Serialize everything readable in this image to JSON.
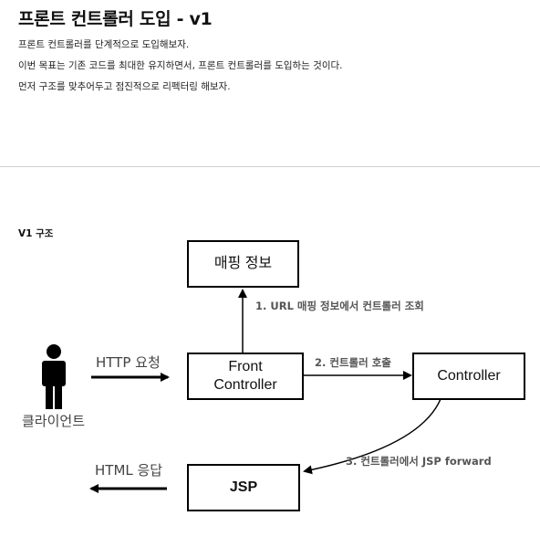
{
  "title": "프론트 컨트롤러 도입 - v1",
  "paragraphs": [
    "프론트 컨트롤러를 단계적으로 도입해보자.",
    "이번 목표는 기존 코드를 최대한 유지하면서, 프론트 컨트롤러를 도입하는 것이다.",
    "먼저 구조를 맞추어두고 점진적으로 리펙터링 해보자."
  ],
  "section_label": "V1 구조",
  "diagram": {
    "nodes": {
      "mapping": "매핑 정보",
      "front_controller": "Front\nController",
      "controller": "Controller",
      "jsp": "JSP",
      "client": "클라이언트"
    },
    "edges": {
      "http_request": "HTTP 요청",
      "html_response": "HTML 응답",
      "step1": "1. URL 매핑 정보에서 컨트롤러 조회",
      "step2": "2. 컨트롤러 호출",
      "step3": "3. 컨트롤러에서 JSP forward"
    }
  },
  "colors": {
    "line": "#000000",
    "edge_label": "#555555",
    "divider": "#d0d0d0"
  }
}
